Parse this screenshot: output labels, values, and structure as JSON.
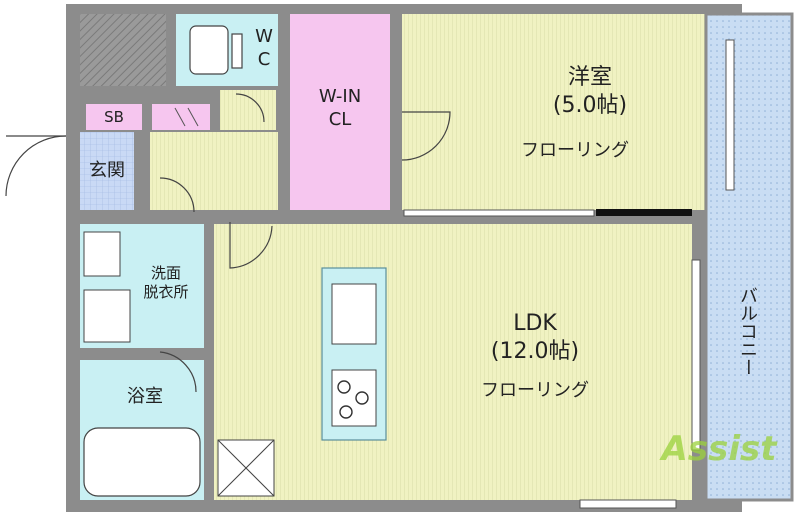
{
  "rooms": {
    "western": {
      "name": "洋室",
      "size": "(5.0帖)",
      "floor": "フローリング"
    },
    "ldk": {
      "name": "LDK",
      "size": "(12.0帖)",
      "floor": "フローリング"
    },
    "wic": {
      "line1": "W-IN",
      "line2": "CL"
    },
    "wc": {
      "line1": "W",
      "line2": "C"
    },
    "sb": "SB",
    "entrance": "玄関",
    "washroom": {
      "line1": "洗面",
      "line2": "脱衣所"
    },
    "bath": "浴室",
    "balcony": "バルコニー"
  },
  "watermark": "Assist",
  "colors": {
    "wall": "#8c8c8c",
    "western_floor": "#f0f2c2",
    "ldk_floor": "#f0f2c2",
    "closet": "#f6c6ef",
    "wet_area": "#c9f0f3",
    "entrance_floor": "#c9d9f5",
    "balcony": "#c9ddf3",
    "sb": "#f6c6ef",
    "watermark": "#9bd23c"
  }
}
